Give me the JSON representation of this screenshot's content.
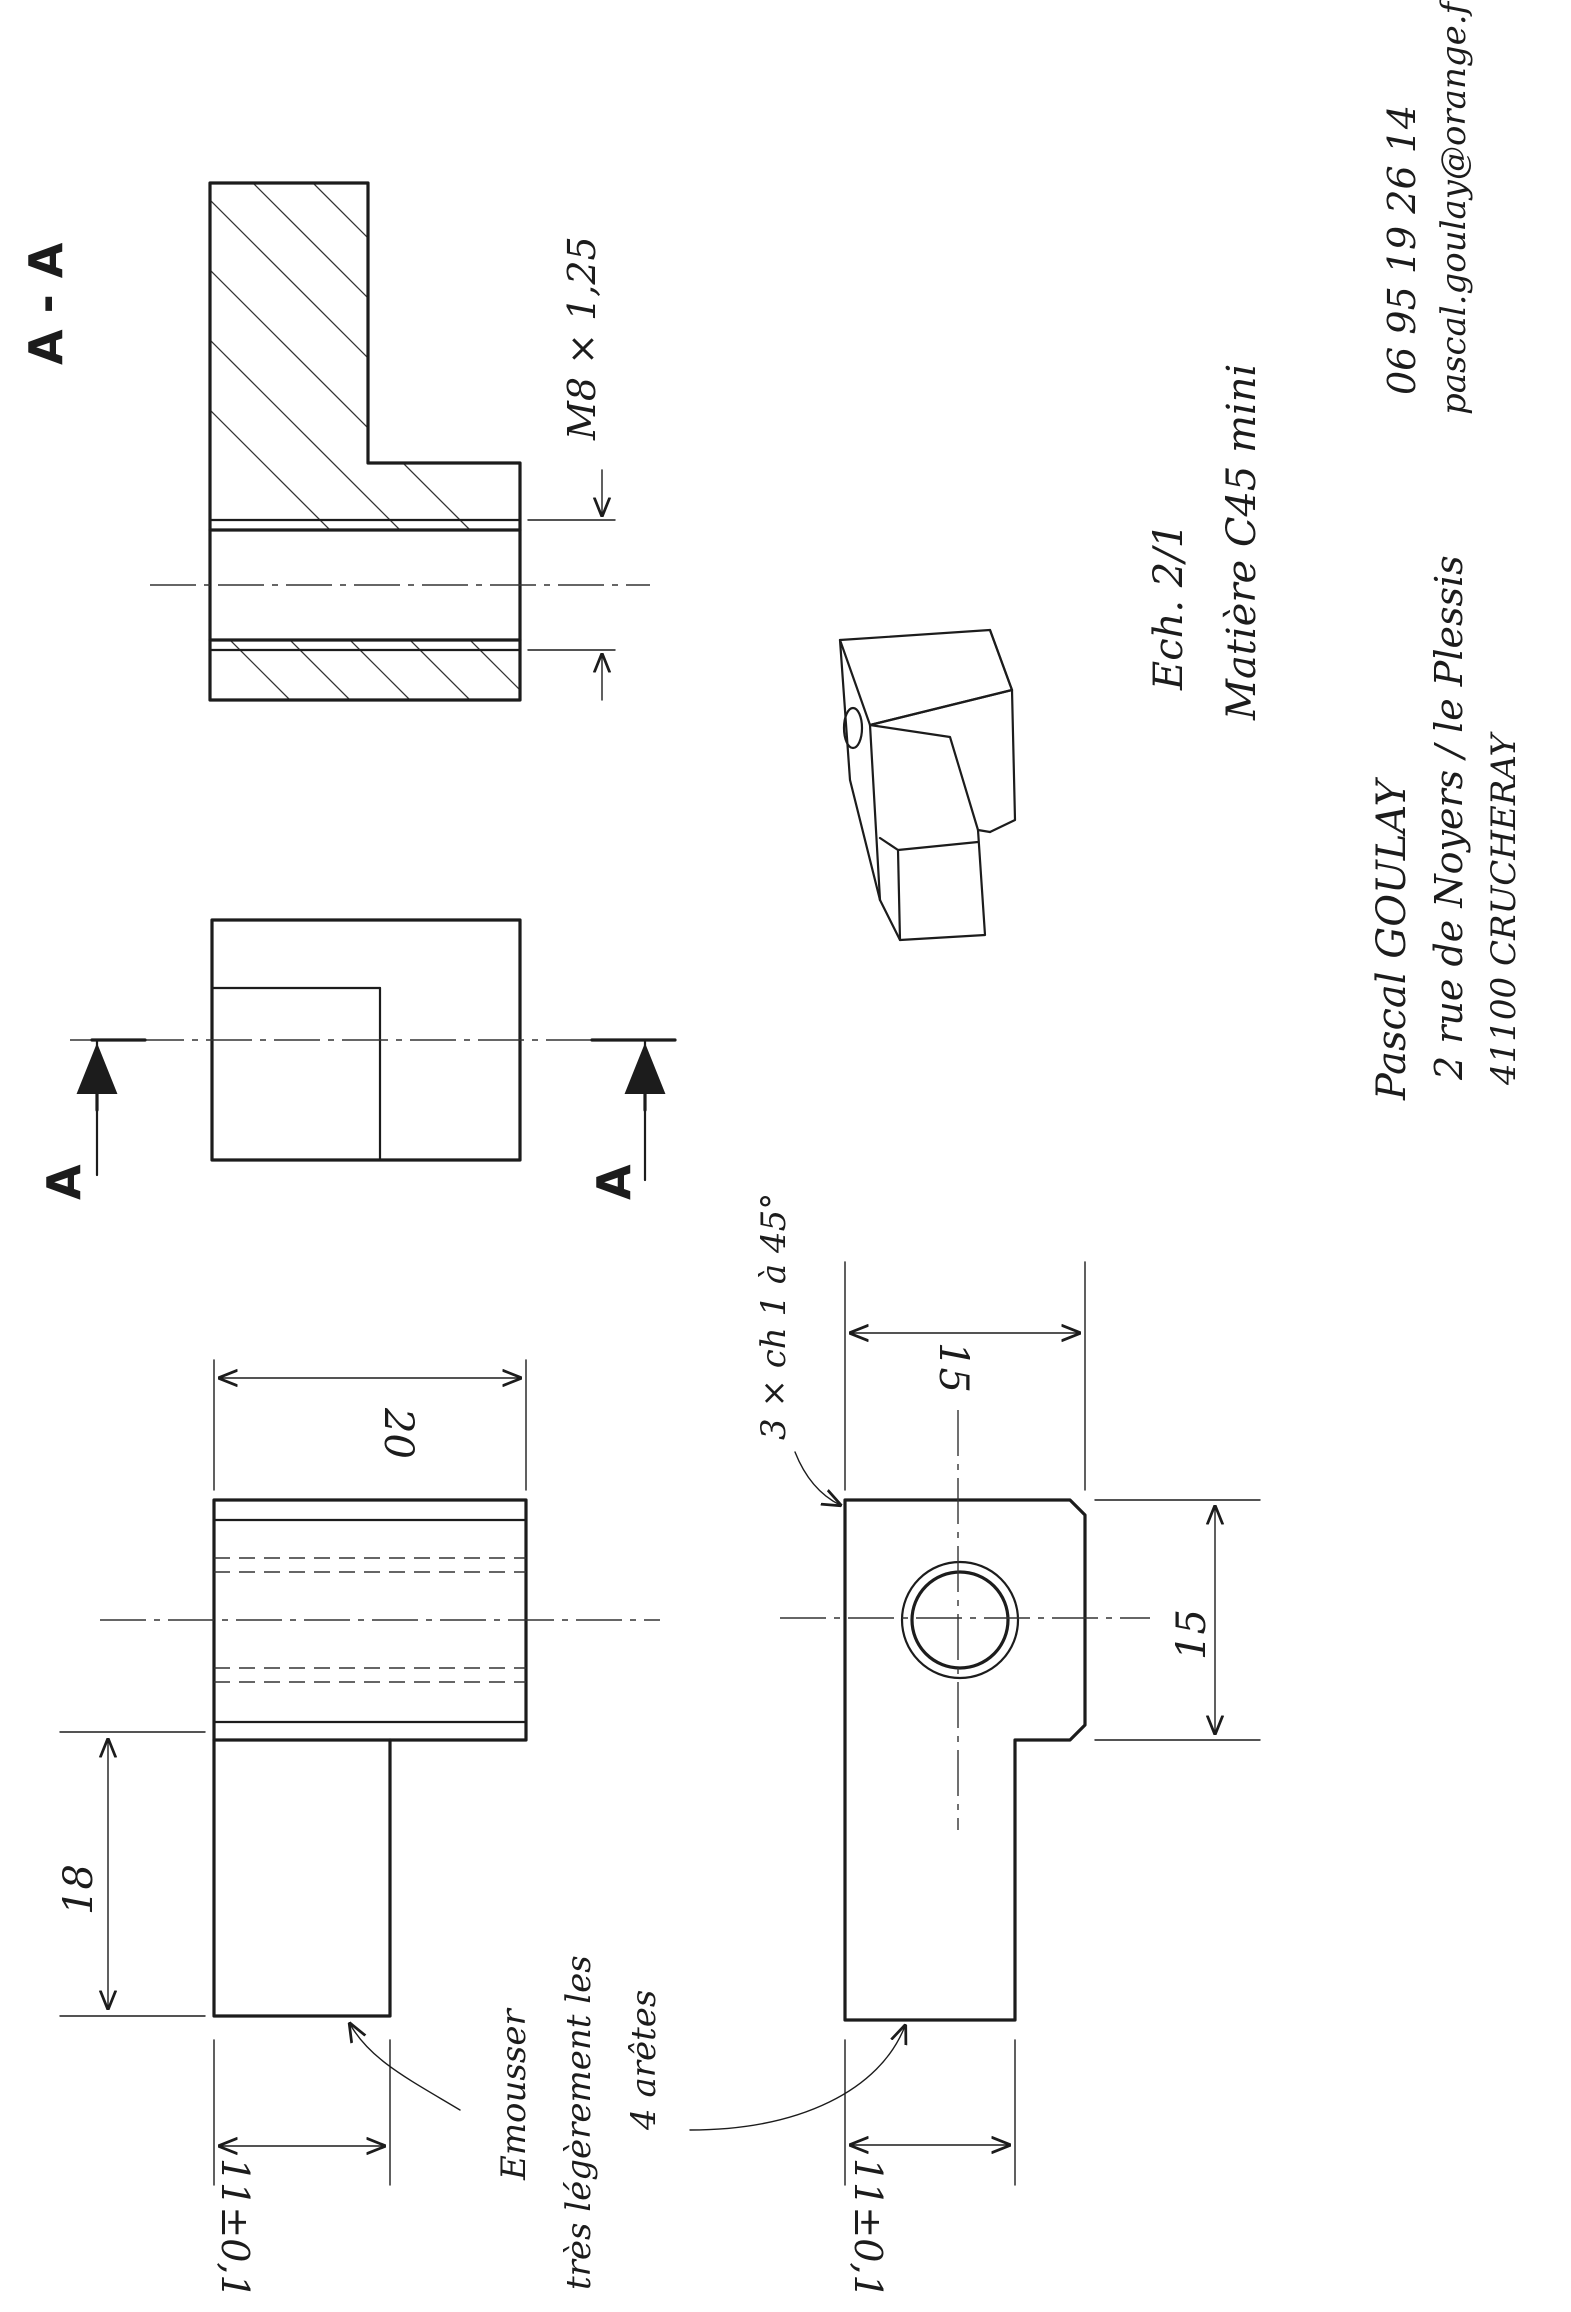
{
  "section_label": "A - A",
  "cutting_plane_letter": "A",
  "dim_18": "18",
  "dim_20": "20",
  "dim_15_width": "15",
  "dim_15_height": "15",
  "dim_thread": "M8 × 1,25",
  "dim_tol_left": "11±0,1",
  "dim_tol_bottom": "11±0,1",
  "chamfer_note": "3 × ch 1 à 45°",
  "deburr_note": [
    "Emousser",
    "très légèrement les",
    "4 arêtes"
  ],
  "scale": "Ech. 2/1",
  "material": "Matière  C45 mini",
  "author": {
    "name": "Pascal  GOULAY",
    "street": "2 rue de Noyers / le Plessis",
    "city": "41100 CRUCHERAY"
  },
  "contact": {
    "phone": "06 95 19 26 14",
    "email": "pascal.goulay@orange.fr"
  },
  "colors": {
    "ink": "#1c1c1c",
    "paper": "#ffffff"
  }
}
